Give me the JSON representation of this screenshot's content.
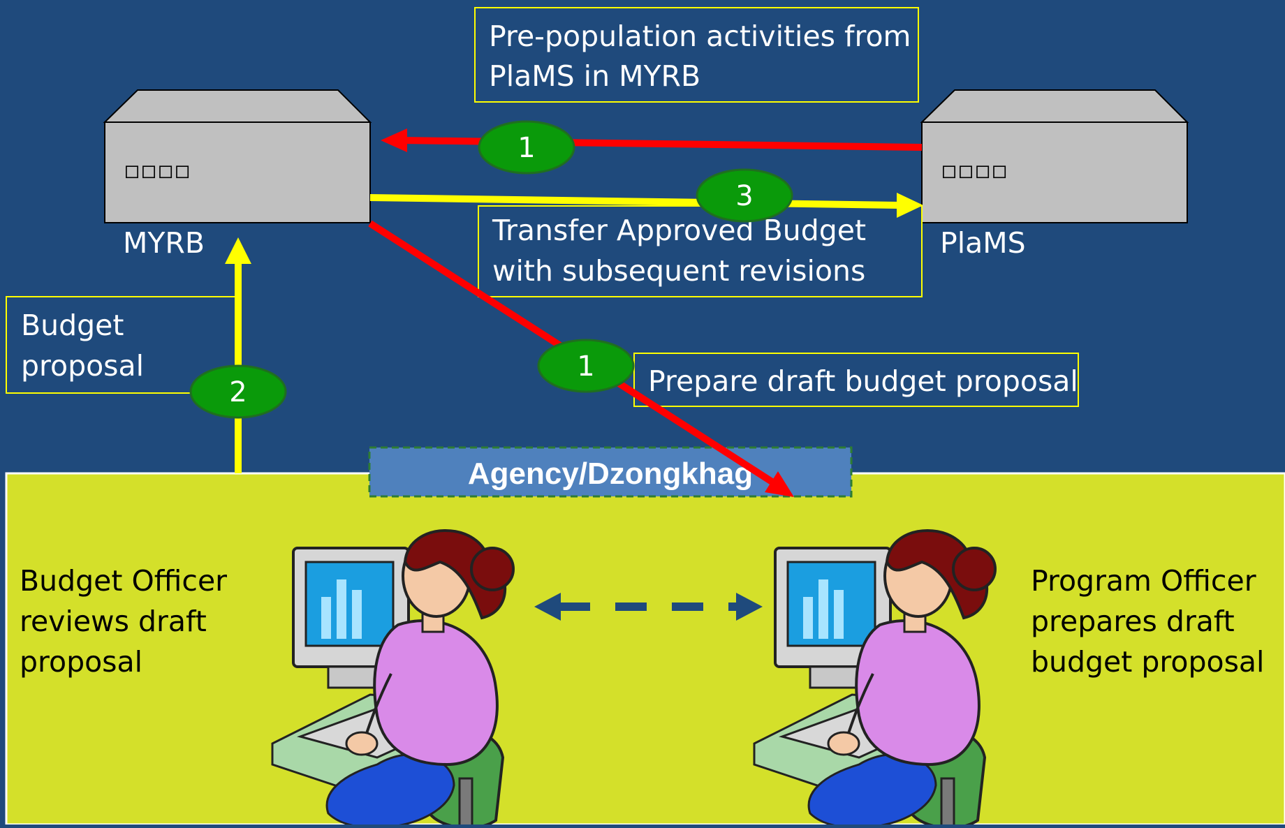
{
  "servers": {
    "myrb": {
      "label": "MYRB",
      "indicators": "□□□□"
    },
    "plams": {
      "label": "PlaMS",
      "indicators": "□□□□"
    }
  },
  "callouts": {
    "prepopulation": [
      "Pre-population activities from",
      "PlaMS in MYRB"
    ],
    "transfer": [
      "Transfer Approved Budget",
      "with subsequent revisions"
    ],
    "budget_proposal": [
      "Budget",
      "proposal"
    ],
    "prepare_draft": "Prepare draft budget proposal"
  },
  "badges": {
    "step1_top": "1",
    "step1_mid": "1",
    "step2": "2",
    "step3": "3"
  },
  "agency_banner": "Agency/Dzongkhag",
  "roles": {
    "budget_officer": [
      "Budget Officer",
      "reviews draft",
      "proposal"
    ],
    "program_officer": [
      "Program Officer",
      "prepares draft",
      "budget proposal"
    ]
  },
  "colors": {
    "background": "#1f4a7c",
    "agency_area": "#d4e02a",
    "banner": "#4f81bd",
    "red_arrow": "#ff0000",
    "yellow_arrow": "#ffff00",
    "badge": "#0a9a0a",
    "server": "#c0c0c0"
  }
}
